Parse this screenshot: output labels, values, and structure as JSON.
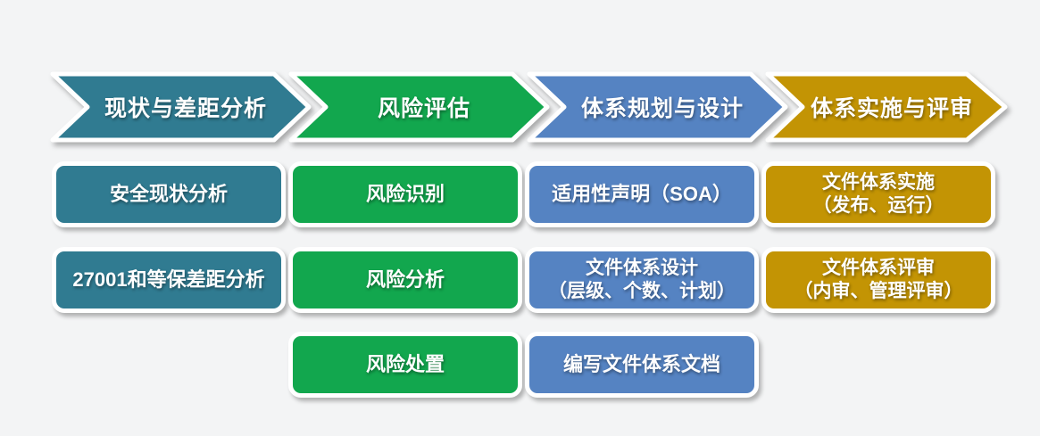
{
  "background_color": "#f3f4f5",
  "text_color": "#ffffff",
  "phases": [
    {
      "label": "现状与差距分析",
      "color": "#307b91",
      "steps": [
        {
          "lines": [
            "安全现状分析"
          ]
        },
        {
          "lines": [
            "27001和等保差距分析"
          ]
        }
      ]
    },
    {
      "label": "风险评估",
      "color": "#12a74e",
      "steps": [
        {
          "lines": [
            "风险识别"
          ]
        },
        {
          "lines": [
            "风险分析"
          ]
        },
        {
          "lines": [
            "风险处置"
          ]
        }
      ]
    },
    {
      "label": "体系规划与设计",
      "color": "#5583c2",
      "steps": [
        {
          "lines": [
            "适用性声明（SOA）"
          ]
        },
        {
          "lines": [
            "文件体系设计",
            "（层级、个数、计划）"
          ]
        },
        {
          "lines": [
            "编写文件体系文档"
          ]
        }
      ]
    },
    {
      "label": "体系实施与评审",
      "color": "#c39404",
      "steps": [
        {
          "lines": [
            "文件体系实施",
            "（发布、运行）"
          ]
        },
        {
          "lines": [
            "文件体系评审",
            "（内审、管理评审）"
          ]
        }
      ]
    }
  ]
}
